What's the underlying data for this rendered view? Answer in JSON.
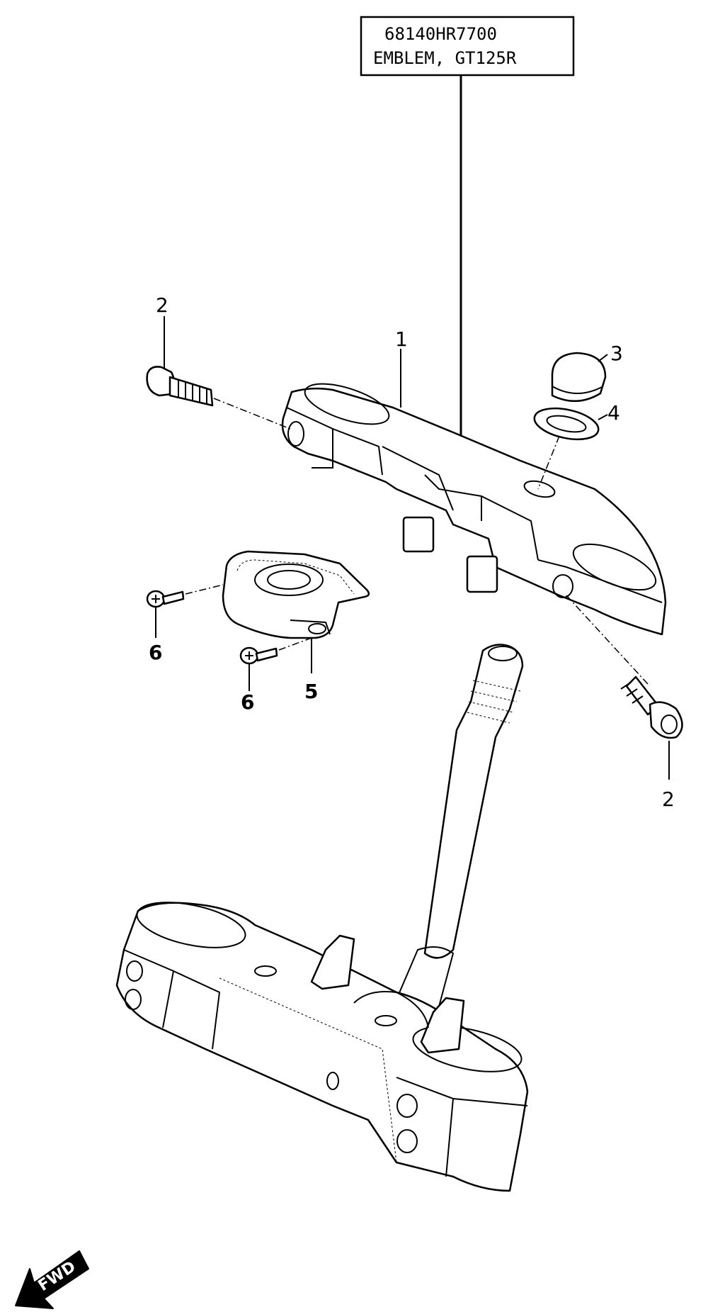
{
  "callout": {
    "part_number": "68140HR7700",
    "part_name": "EMBLEM, GT125R"
  },
  "labels": {
    "part_1": "1",
    "part_2_top": "2",
    "part_2_bottom": "2",
    "part_3": "3",
    "part_4": "4",
    "part_5": "5",
    "part_6_upper": "6",
    "part_6_lower": "6"
  },
  "fwd": "FWD"
}
